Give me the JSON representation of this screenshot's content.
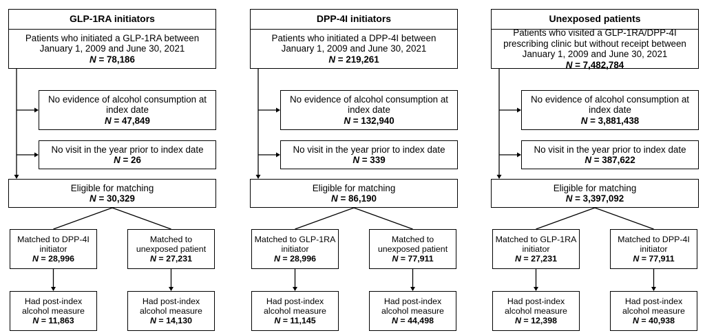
{
  "columns": [
    {
      "title": "GLP-1RA initiators",
      "cohort": {
        "lines": [
          "Patients who initiated a GLP-1RA between",
          "January 1, 2009 and June 30, 2021"
        ],
        "n": "78,186"
      },
      "excl1": {
        "lines": [
          "No evidence of alcohol consumption at",
          "index date"
        ],
        "n": "47,849"
      },
      "excl2": {
        "lines": [
          "No visit in the year prior to index date"
        ],
        "n": "26"
      },
      "eligible": {
        "lines": [
          "Eligible for matching"
        ],
        "n": "30,329"
      },
      "match_left": {
        "lines": [
          "Matched to DPP-4I",
          "initiator"
        ],
        "n": "28,996"
      },
      "match_right": {
        "lines": [
          "Matched to",
          "unexposed patient"
        ],
        "n": "27,231"
      },
      "post_left": {
        "lines": [
          "Had post-index",
          "alcohol measure"
        ],
        "n": "11,863"
      },
      "post_right": {
        "lines": [
          "Had post-index",
          "alcohol measure"
        ],
        "n": "14,130"
      }
    },
    {
      "title": "DPP-4I initiators",
      "cohort": {
        "lines": [
          "Patients who initiated a DPP-4I between",
          "January 1, 2009 and June 30, 2021"
        ],
        "n": "219,261"
      },
      "excl1": {
        "lines": [
          "No evidence of alcohol consumption at",
          "index date"
        ],
        "n": "132,940"
      },
      "excl2": {
        "lines": [
          "No visit in the year prior to index date"
        ],
        "n": "339"
      },
      "eligible": {
        "lines": [
          "Eligible for matching"
        ],
        "n": "86,190"
      },
      "match_left": {
        "lines": [
          "Matched to GLP-1RA",
          "initiator"
        ],
        "n": "28,996"
      },
      "match_right": {
        "lines": [
          "Matched to",
          "unexposed patient"
        ],
        "n": "77,911"
      },
      "post_left": {
        "lines": [
          "Had post-index",
          "alcohol measure"
        ],
        "n": "11,145"
      },
      "post_right": {
        "lines": [
          "Had post-index",
          "alcohol measure"
        ],
        "n": "44,498"
      }
    },
    {
      "title": "Unexposed patients",
      "cohort": {
        "lines": [
          "Patients who visited a GLP-1RA/DPP-4I",
          "prescribing clinic but without receipt between",
          "January 1, 2009 and June 30, 2021"
        ],
        "n": "7,482,784"
      },
      "excl1": {
        "lines": [
          "No evidence of alcohol consumption at",
          "index date"
        ],
        "n": "3,881,438"
      },
      "excl2": {
        "lines": [
          "No visit in the year prior to index date"
        ],
        "n": "387,622"
      },
      "eligible": {
        "lines": [
          "Eligible for matching"
        ],
        "n": "3,397,092"
      },
      "match_left": {
        "lines": [
          "Matched to GLP-1RA",
          "initiator"
        ],
        "n": "27,231"
      },
      "match_right": {
        "lines": [
          "Matched to DPP-4I",
          "initiator"
        ],
        "n": "77,911"
      },
      "post_left": {
        "lines": [
          "Had post-index",
          "alcohol measure"
        ],
        "n": "12,398"
      },
      "post_right": {
        "lines": [
          "Had post-index",
          "alcohol measure"
        ],
        "n": "40,938"
      }
    }
  ],
  "n_label": "N",
  "n_sep": " = "
}
